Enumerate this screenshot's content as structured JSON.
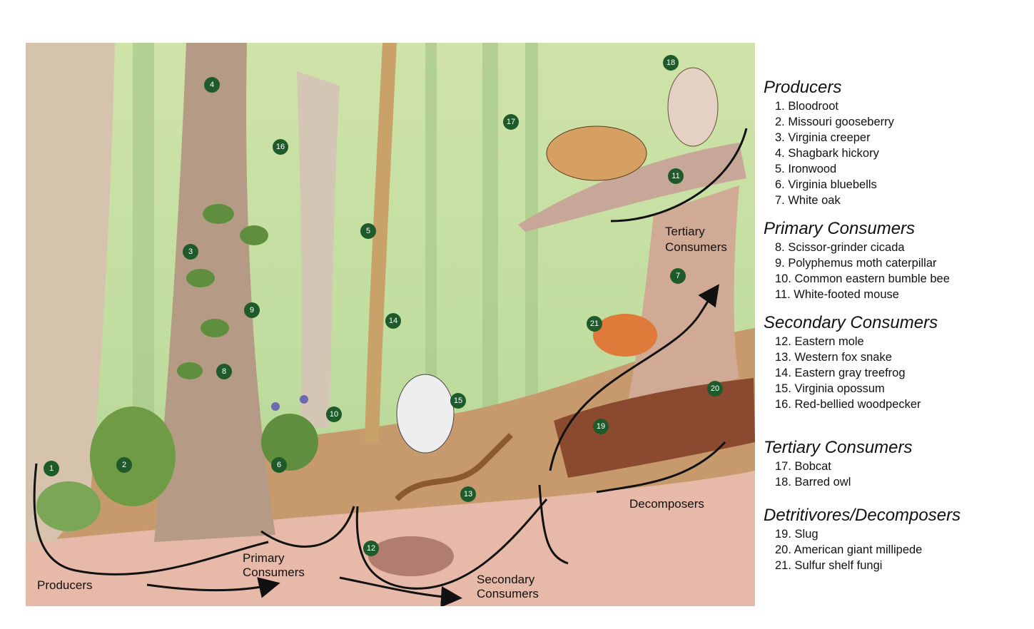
{
  "legend": [
    {
      "heading": "Producers",
      "items": [
        "1. Bloodroot",
        "2. Missouri gooseberry",
        "3. Virginia creeper",
        "4. Shagbark hickory",
        "5. Ironwood",
        "6. Virginia bluebells",
        "7. White oak"
      ]
    },
    {
      "heading": "Primary Consumers",
      "items": [
        "8. Scissor-grinder cicada",
        "9. Polyphemus moth caterpillar",
        "10. Common eastern bumble bee",
        "11. White-footed mouse"
      ]
    },
    {
      "heading": "Secondary Consumers",
      "items": [
        "12. Eastern mole",
        "13. Western fox snake",
        "14. Eastern gray treefrog",
        "15. Virginia opossum",
        "16. Red-bellied woodpecker"
      ]
    },
    {
      "heading": "Tertiary Consumers",
      "items": [
        "17. Bobcat",
        "18. Barred owl"
      ]
    },
    {
      "heading": "Detritivores/Decomposers",
      "items": [
        "19. Slug",
        "20. American giant millipede",
        "21. Sulfur shelf fungi"
      ]
    }
  ],
  "stage_labels": {
    "producers": "Producers",
    "primary_line1": "Primary",
    "primary_line2": "Consumers",
    "secondary_line1": "Secondary",
    "secondary_line2": "Consumers",
    "tertiary_line1": "Tertiary",
    "tertiary_line2": "Consumers",
    "decomposers": "Decomposers"
  },
  "markers": [
    "1",
    "2",
    "3",
    "4",
    "5",
    "6",
    "7",
    "8",
    "9",
    "10",
    "11",
    "12",
    "13",
    "14",
    "15",
    "16",
    "17",
    "18",
    "19",
    "20",
    "21"
  ],
  "colors": {
    "marker": "#1e5a2a",
    "arrow": "#111111",
    "soil": "#e6b9a8",
    "trunk": "#b59a86",
    "foliage": "#bfd9a0"
  }
}
